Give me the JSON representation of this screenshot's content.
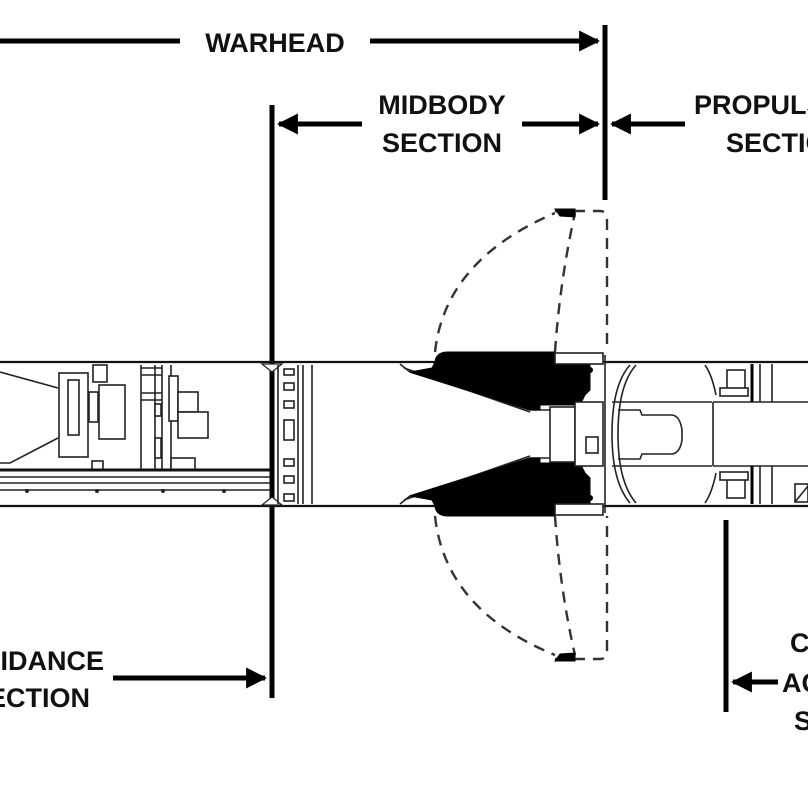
{
  "diagram": {
    "subject": "missile cross-section",
    "labels": {
      "warhead": "WARHEAD",
      "midbody_line1": "MIDBODY",
      "midbody_line2": "SECTION",
      "propulsion_line1": "PROPULSION",
      "propulsion_line2": "SECTION",
      "guidance_line1": "GUIDANCE",
      "guidance_line2": "SECTION",
      "control_line1": "CONTROL",
      "control_line2": "ACTUATOR",
      "control_line3": "SECTION"
    },
    "colors": {
      "ink": "#000000",
      "background": "#ffffff"
    }
  }
}
